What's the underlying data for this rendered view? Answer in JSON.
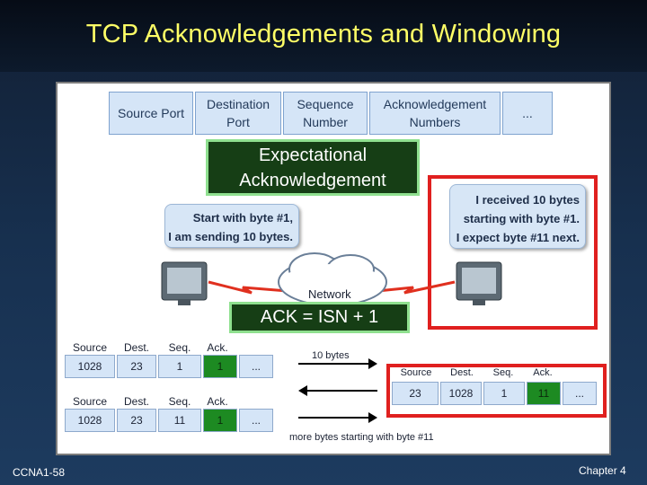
{
  "title": "TCP Acknowledgements and Windowing",
  "header_fields": [
    "Source Port",
    "Destination Port",
    "Sequence Number",
    "Acknowledgement Numbers",
    "..."
  ],
  "header_lines": [
    [
      "Source Port"
    ],
    [
      "Destination",
      "Port"
    ],
    [
      "Sequence",
      "Number"
    ],
    [
      "Acknowledgement",
      "Numbers"
    ],
    [
      "..."
    ]
  ],
  "callout": {
    "line1": "Expectational",
    "line2": "Acknowledgement"
  },
  "sender_bubble": {
    "line1": "Start with byte #1,",
    "line2": "I am sending 10 bytes."
  },
  "receiver_bubble": {
    "line1": "I received 10 bytes",
    "line2": "starting with byte #1.",
    "line3": "I expect byte #11 next."
  },
  "network_label": "Network",
  "ack_formula": "ACK = ISN + 1",
  "columns": [
    "Source",
    "Dest.",
    "Seq.",
    "Ack."
  ],
  "segment1": [
    "1028",
    "23",
    "1",
    "1",
    "..."
  ],
  "segment2": [
    "1028",
    "23",
    "11",
    "1",
    "..."
  ],
  "reply": [
    "23",
    "1028",
    "1",
    "11",
    "..."
  ],
  "arrow1_label": "10 bytes",
  "arrow3_label": "more bytes starting with byte #11",
  "footer_left": "CCNA1-58",
  "footer_right": "Chapter 4",
  "colors": {
    "title": "#ffff66",
    "highlight_red": "#e0201f",
    "ack_green": "#1d8a22",
    "callout_bg": "#163e15"
  }
}
